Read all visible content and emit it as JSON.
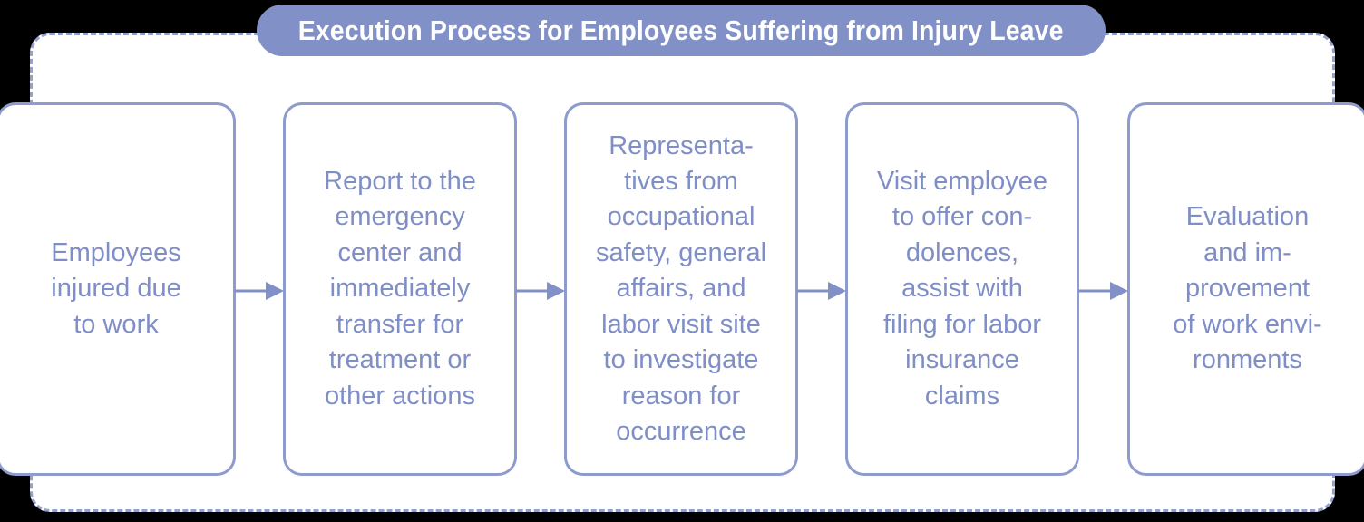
{
  "diagram": {
    "title": "Execution Process for Employees Suffering from Injury Leave",
    "type": "linear-process-flow",
    "colors": {
      "title_pill_fill": "#8190c7",
      "title_text": "#ffffff",
      "box_border": "#8d9bcd",
      "box_fill": "#ffffff",
      "box_text": "#7f8ec6",
      "container_border": "#93a0d0",
      "arrow": "#8190c7",
      "background": "#000000"
    },
    "steps": [
      {
        "index": 1,
        "name": "employees-injured",
        "text": "Employees\ninjured due\nto work"
      },
      {
        "index": 2,
        "name": "report-emergency-center",
        "text": "Report to the\nemergency\ncenter and\nimmediately\ntransfer for\ntreatment or\nother actions"
      },
      {
        "index": 3,
        "name": "representatives-investigate",
        "text": "Representa-\ntives from\noccupational\nsafety, general\naffairs, and\nlabor visit site\nto investigate\nreason for\noccurrence"
      },
      {
        "index": 4,
        "name": "visit-employee-condolences",
        "text": "Visit employee\nto offer con-\ndolences,\nassist with\nfiling for labor\ninsurance\nclaims"
      },
      {
        "index": 5,
        "name": "evaluation-improvement",
        "text": "Evaluation\nand im-\nprovement\nof work envi-\nronments"
      }
    ],
    "connectors": [
      {
        "name": "arrow-step1-to-step2",
        "icon": "arrow-right-icon"
      },
      {
        "name": "arrow-step2-to-step3",
        "icon": "arrow-right-icon"
      },
      {
        "name": "arrow-step3-to-step4",
        "icon": "arrow-right-icon"
      },
      {
        "name": "arrow-step4-to-step5",
        "icon": "arrow-right-icon"
      }
    ]
  }
}
